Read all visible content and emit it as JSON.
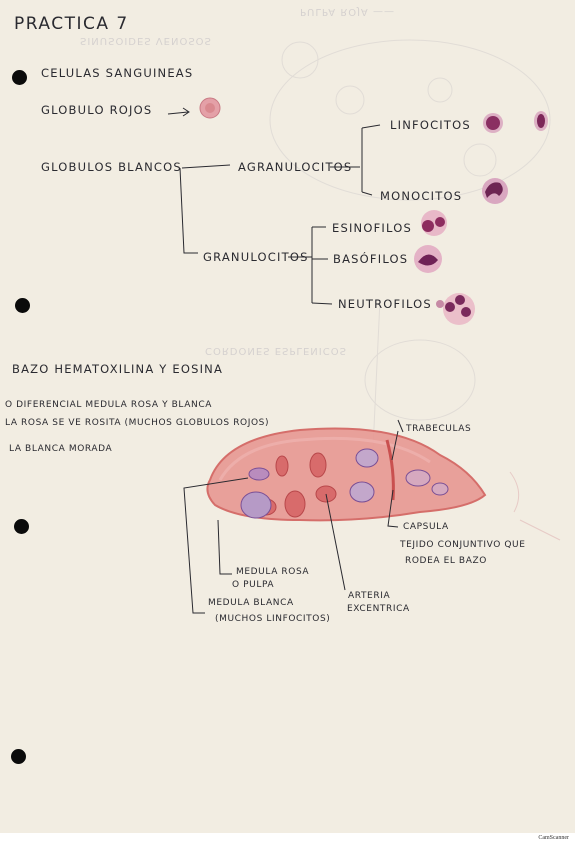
{
  "title": "PRACTICA 7",
  "section1": {
    "heading": "CELULAS SANGUINEAS",
    "red_cells": "GLOBULO ROJOS",
    "white_cells": "GLOBULOS BLANCOS",
    "agranulocytes": "AGRANULOCITOS",
    "lymphocytes": "LINFOCITOS",
    "monocytes": "MONOCITOS",
    "granulocytes": "GRANULOCITOS",
    "eosinophils": "ESINOFILOS",
    "basophils": "BASÓFILOS",
    "neutrophils": "NEUTROFILOS"
  },
  "section2": {
    "heading": "BAZO HEMATOXILINA Y EOSINA",
    "note1": "O DIFERENCIAL MEDULA ROSA Y BLANCA",
    "note2": "LA ROSA SE VE ROSITA (MUCHOS GLOBULOS ROJOS)",
    "note3": "LA BLANCA MORADA",
    "trabeculas": "TRABECULAS",
    "capsula": "CAPSULA",
    "tejido": "TEJIDO CONJUNTIVO QUE",
    "tejido2": "RODEA EL BAZO",
    "medula_rosa": "MEDULA ROSA",
    "medula_rosa2": "O PULPA",
    "medula_blanca": "MEDULA BLANCA",
    "medula_blanca2": "(MUCHOS LINFOCITOS)",
    "arteria": "ARTERIA",
    "arteria2": "EXCENTRICA"
  },
  "scanner_badge": "CamScanner",
  "colors": {
    "paper": "#f2ede2",
    "ink": "#2a2a30",
    "red_fill": "#e58d8a",
    "red_line": "#d2615e",
    "purple": "#7a4f95"
  }
}
